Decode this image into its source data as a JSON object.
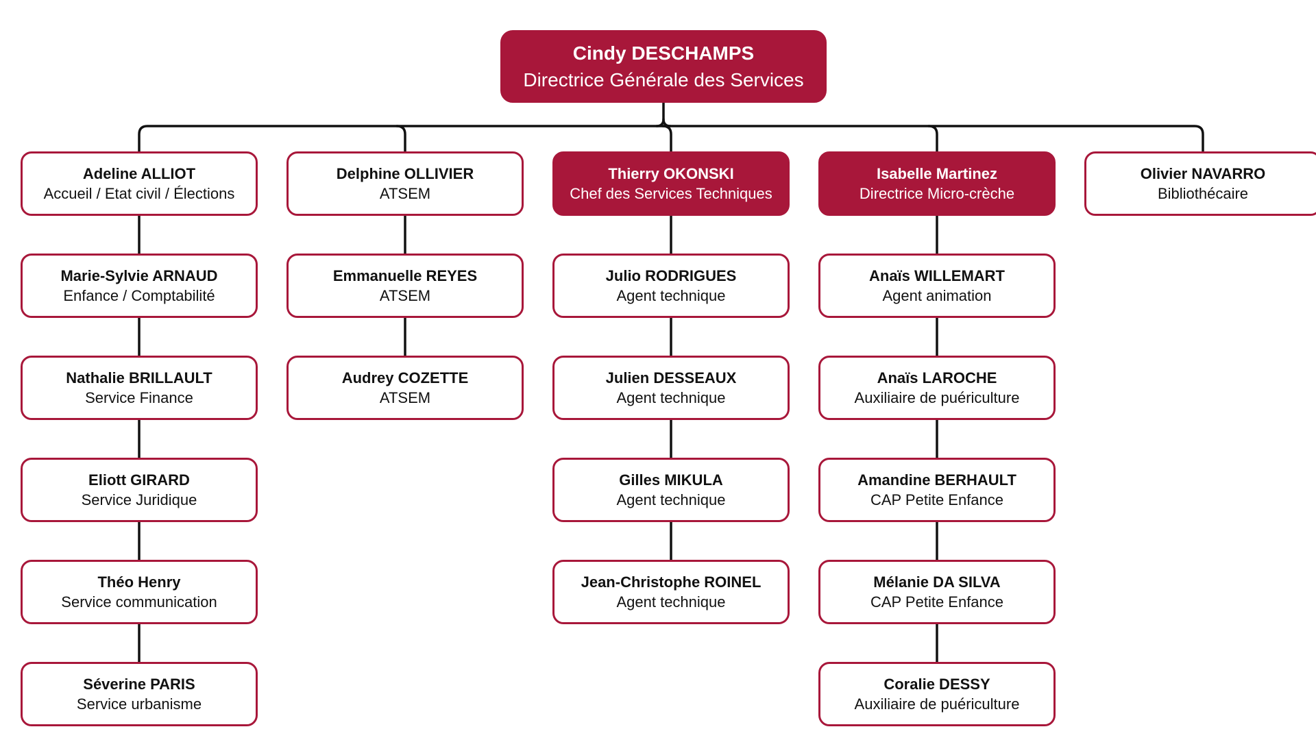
{
  "colors": {
    "accent": "#a8173a",
    "line": "#111111",
    "background": "#ffffff"
  },
  "root": {
    "name": "Cindy DESCHAMPS",
    "role": "Directrice Générale des Services"
  },
  "columns": [
    {
      "id": "accueil",
      "members": [
        {
          "name": "Adeline ALLIOT",
          "role": "Accueil / Etat civil / Élections",
          "highlight": false
        },
        {
          "name": "Marie-Sylvie ARNAUD",
          "role": "Enfance / Comptabilité",
          "highlight": false
        },
        {
          "name": "Nathalie BRILLAULT",
          "role": "Service Finance",
          "highlight": false
        },
        {
          "name": "Eliott GIRARD",
          "role": "Service Juridique",
          "highlight": false
        },
        {
          "name": "Théo Henry",
          "role": "Service communication",
          "highlight": false
        },
        {
          "name": "Séverine PARIS",
          "role": "Service urbanisme",
          "highlight": false
        }
      ]
    },
    {
      "id": "atsem",
      "members": [
        {
          "name": "Delphine OLLIVIER",
          "role": "ATSEM",
          "highlight": false
        },
        {
          "name": "Emmanuelle REYES",
          "role": "ATSEM",
          "highlight": false
        },
        {
          "name": "Audrey COZETTE",
          "role": "ATSEM",
          "highlight": false
        }
      ]
    },
    {
      "id": "technique",
      "members": [
        {
          "name": "Thierry OKONSKI",
          "role": "Chef des Services Techniques",
          "highlight": true
        },
        {
          "name": "Julio RODRIGUES",
          "role": "Agent technique",
          "highlight": false
        },
        {
          "name": "Julien DESSEAUX",
          "role": "Agent technique",
          "highlight": false
        },
        {
          "name": "Gilles MIKULA",
          "role": "Agent technique",
          "highlight": false
        },
        {
          "name": "Jean-Christophe ROINEL",
          "role": "Agent technique",
          "highlight": false
        }
      ]
    },
    {
      "id": "creche",
      "members": [
        {
          "name": "Isabelle Martinez",
          "role": "Directrice Micro-crèche",
          "highlight": true
        },
        {
          "name": "Anaïs WILLEMART",
          "role": "Agent animation",
          "highlight": false
        },
        {
          "name": "Anaïs LAROCHE",
          "role": "Auxiliaire de puériculture",
          "highlight": false
        },
        {
          "name": "Amandine BERHAULT",
          "role": "CAP Petite Enfance",
          "highlight": false
        },
        {
          "name": "Mélanie DA SILVA",
          "role": "CAP Petite Enfance",
          "highlight": false
        },
        {
          "name": "Coralie DESSY",
          "role": "Auxiliaire de puériculture",
          "highlight": false
        }
      ]
    },
    {
      "id": "bibliotheque",
      "members": [
        {
          "name": "Olivier NAVARRO",
          "role": "Bibliothécaire",
          "highlight": false
        }
      ]
    }
  ]
}
